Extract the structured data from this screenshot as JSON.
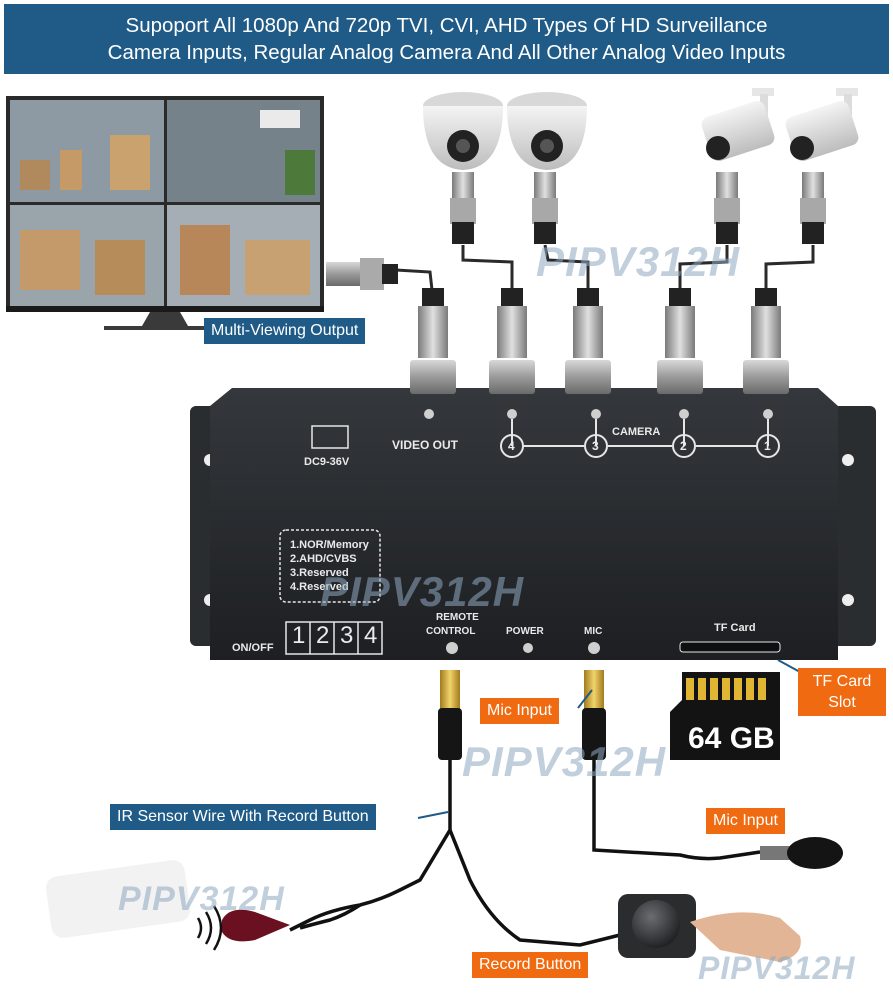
{
  "banner": {
    "line1": "Supoport All 1080p And 720p TVI, CVI, AHD Types Of HD Surveillance",
    "line2": "Camera Inputs, Regular Analog Camera And All Other Analog Video Inputs"
  },
  "labels": {
    "multi_view": "Multi-Viewing Output",
    "ir_sensor": "IR Sensor Wire With Record Button",
    "mic_input_top": "Mic Input",
    "mic_input_bottom": "Mic Input",
    "tf_slot_line1": "TF Card",
    "tf_slot_line2": "Slot",
    "record_button": "Record Button"
  },
  "device": {
    "dc": "DC9-36V",
    "video_out": "VIDEO OUT",
    "camera": "CAMERA",
    "ports": [
      "4",
      "3",
      "2",
      "1"
    ],
    "modes": [
      "1.NOR/Memory",
      "2.AHD/CVBS",
      "3.Reserved",
      "4.Reserved"
    ],
    "on_off": "ON/OFF",
    "switches": [
      "1",
      "2",
      "3",
      "4"
    ],
    "remote_line1": "REMOTE",
    "remote_line2": "CONTROL",
    "power": "POWER",
    "mic": "MIC",
    "tf_card": "TF Card"
  },
  "sd_card": {
    "capacity": "64 GB"
  },
  "watermark": "PIPV312H",
  "colors": {
    "banner": "#1f5b86",
    "callout": "#ef6a10",
    "device": "#26292c"
  }
}
